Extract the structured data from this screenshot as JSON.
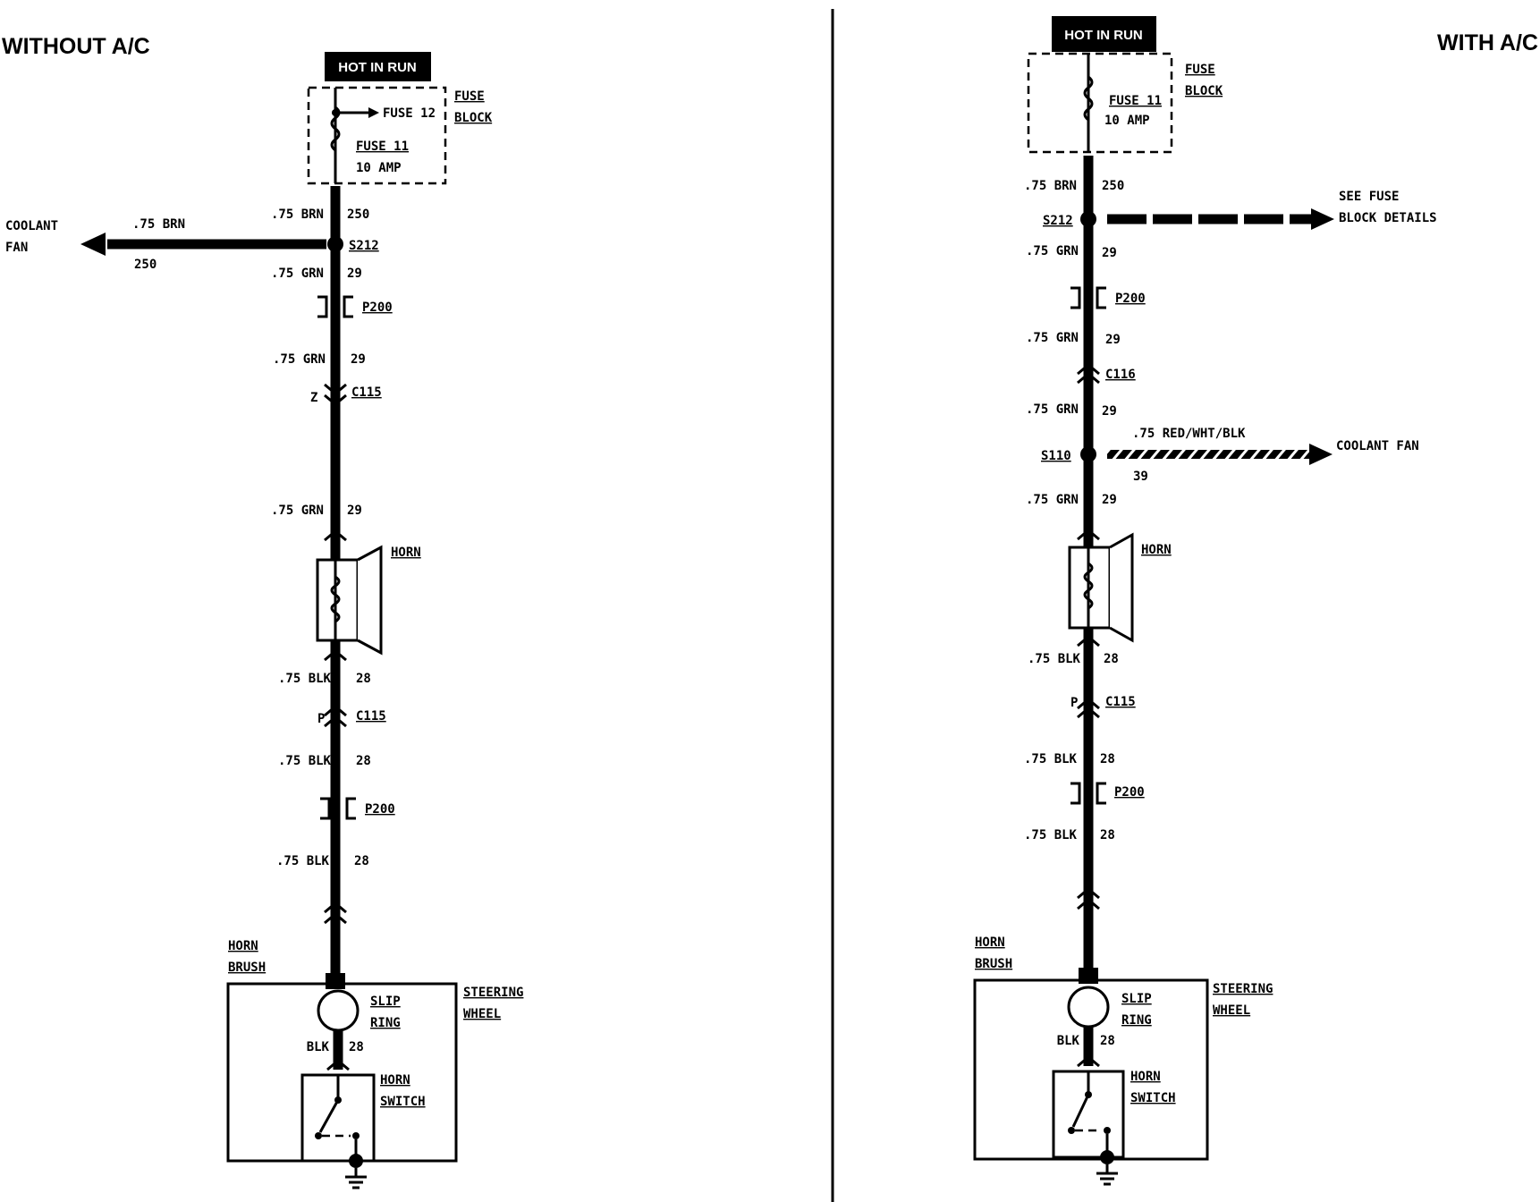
{
  "left": {
    "title": "WITHOUT A/C",
    "hot_label": "HOT IN RUN",
    "fuse_block": [
      "FUSE",
      "BLOCK"
    ],
    "fuse12": "FUSE 12",
    "fuse11": "FUSE 11",
    "fuse11_amp": "10 AMP",
    "wires": [
      {
        "gauge": ".75 BRN",
        "circuit": "250"
      },
      {
        "gauge": ".75 GRN",
        "circuit": "29"
      },
      {
        "gauge": ".75 GRN",
        "circuit": "29"
      },
      {
        "gauge": ".75 GRN",
        "circuit": "29"
      },
      {
        "gauge": ".75 BLK",
        "circuit": "28"
      },
      {
        "gauge": ".75 BLK",
        "circuit": "28"
      },
      {
        "gauge": ".75 BLK",
        "circuit": "28"
      }
    ],
    "branch": {
      "label": [
        "COOLANT",
        "FAN"
      ],
      "gauge": ".75 BRN",
      "circuit": "250"
    },
    "splice": "S212",
    "p200_a": "P200",
    "c115_a": {
      "pin": "Z",
      "name": "C115"
    },
    "horn": "HORN",
    "c115_b": {
      "pin": "P",
      "name": "C115"
    },
    "p200_b": "P200",
    "horn_brush": [
      "HORN",
      "BRUSH"
    ],
    "slip_ring": [
      "SLIP",
      "RING"
    ],
    "steering_wheel": [
      "STEERING",
      "WHEEL"
    ],
    "inner_wire": {
      "gauge": "BLK",
      "circuit": "28"
    },
    "horn_switch": [
      "HORN",
      "SWITCH"
    ]
  },
  "right": {
    "title": "WITH A/C",
    "hot_label": "HOT IN RUN",
    "fuse_block": [
      "FUSE",
      "BLOCK"
    ],
    "fuse11": "FUSE 11",
    "fuse11_amp": "10 AMP",
    "wires": [
      {
        "gauge": ".75 BRN",
        "circuit": "250"
      },
      {
        "gauge": ".75 GRN",
        "circuit": "29"
      },
      {
        "gauge": ".75 GRN",
        "circuit": "29"
      },
      {
        "gauge": ".75 GRN",
        "circuit": "29"
      },
      {
        "gauge": ".75 GRN",
        "circuit": "29"
      },
      {
        "gauge": ".75 BLK",
        "circuit": "28"
      },
      {
        "gauge": ".75 BLK",
        "circuit": "28"
      },
      {
        "gauge": ".75 BLK",
        "circuit": "28"
      }
    ],
    "splice1": "S212",
    "see_fuse": [
      "SEE FUSE",
      "BLOCK DETAILS"
    ],
    "p200_a": "P200",
    "c116": "C116",
    "splice2": "S110",
    "fan_wire": {
      "gauge": ".75 RED/WHT/BLK",
      "circuit": "39"
    },
    "coolant_fan": "COOLANT FAN",
    "horn": "HORN",
    "c115": {
      "pin": "P",
      "name": "C115"
    },
    "p200_b": "P200",
    "horn_brush": [
      "HORN",
      "BRUSH"
    ],
    "slip_ring": [
      "SLIP",
      "RING"
    ],
    "steering_wheel": [
      "STEERING",
      "WHEEL"
    ],
    "inner_wire": {
      "gauge": "BLK",
      "circuit": "28"
    },
    "horn_switch": [
      "HORN",
      "SWITCH"
    ]
  }
}
